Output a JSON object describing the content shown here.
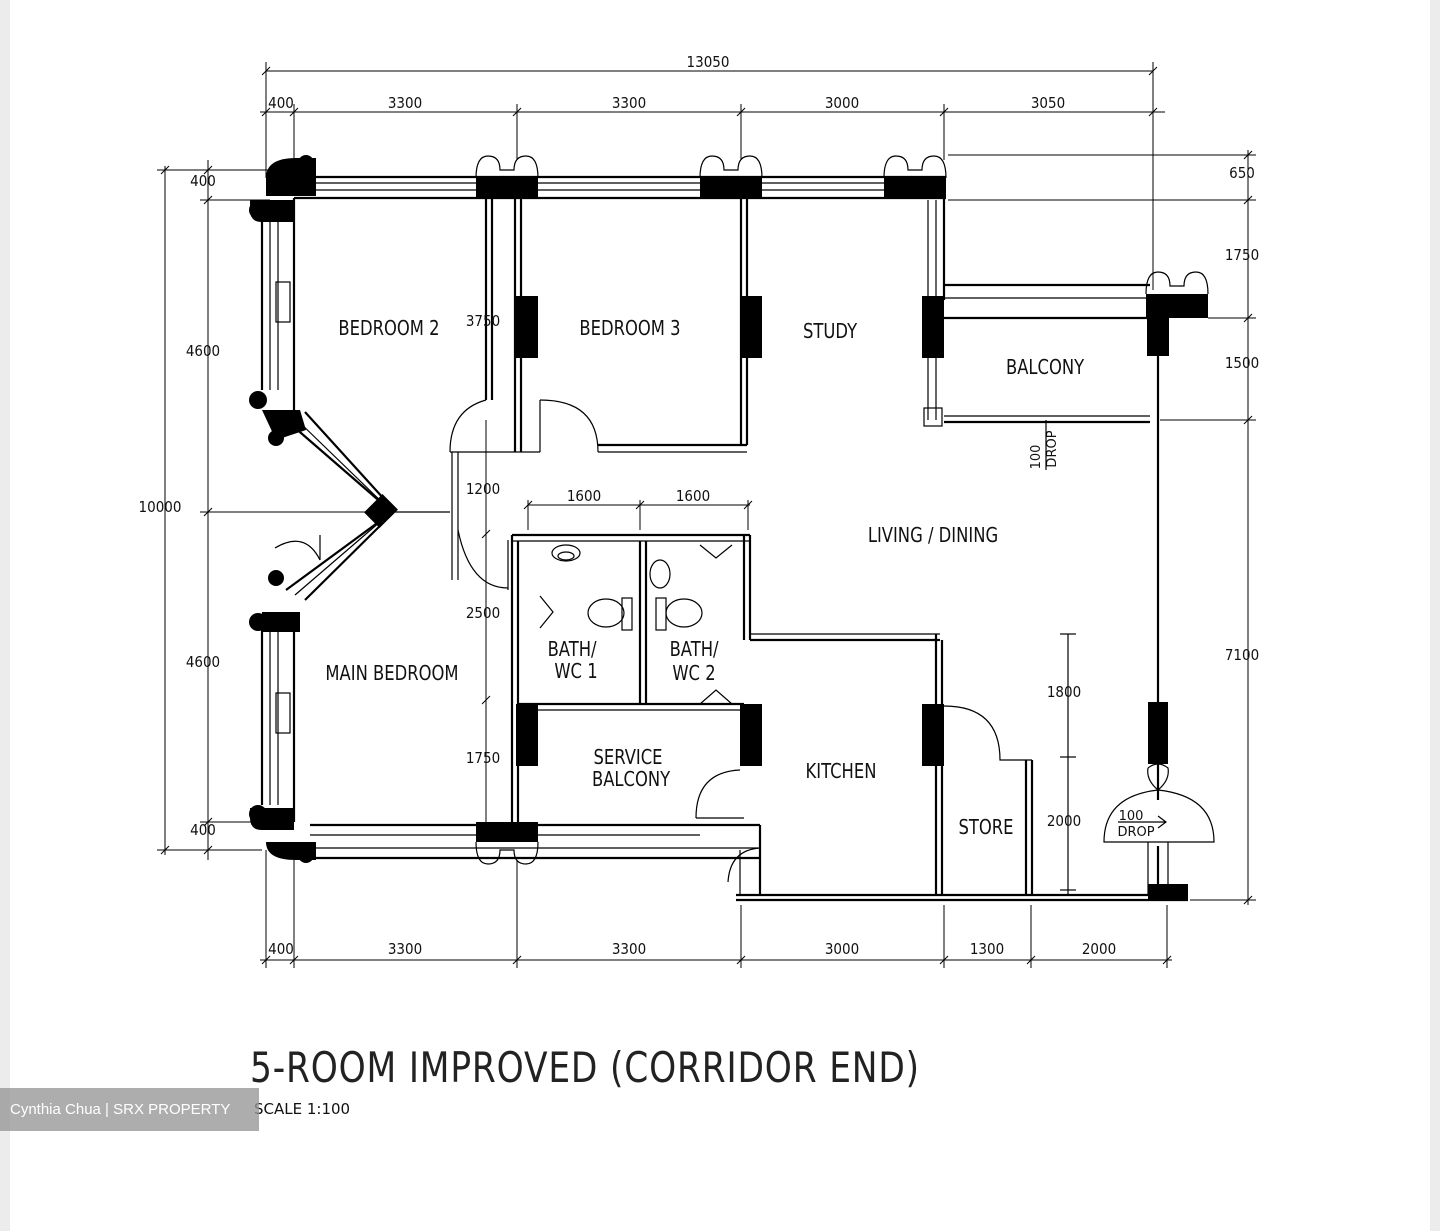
{
  "plan": {
    "title": "5-ROOM IMPROVED (CORRIDOR END)",
    "scale": "SCALE  1:100",
    "rooms": {
      "bedroom2": "BEDROOM 2",
      "bedroom3": "BEDROOM 3",
      "study": "STUDY",
      "balcony": "BALCONY",
      "living_dining": "LIVING  /  DINING",
      "main_bedroom": "MAIN  BEDROOM",
      "bath1_l1": "BATH/",
      "bath1_l2": "WC  1",
      "bath2_l1": "BATH/",
      "bath2_l2": "WC  2",
      "service_l1": "SERVICE",
      "service_l2": "BALCONY",
      "kitchen": "KITCHEN",
      "store": "STORE"
    },
    "drops": {
      "balcony_num": "100",
      "balcony_word": "DROP",
      "entry_num": "100",
      "entry_word": "DROP"
    },
    "dims": {
      "overall_width": "13050",
      "top": [
        "400",
        "3300",
        "3300",
        "3000",
        "3050"
      ],
      "bottom": [
        "400",
        "3300",
        "3300",
        "3000",
        "1300",
        "2000"
      ],
      "left_inner": [
        "400",
        "4600",
        "4600",
        "400"
      ],
      "left_overall": "10000",
      "right": [
        "650",
        "1750",
        "1500",
        "7100"
      ],
      "interior": {
        "bedroom3_depth": "3750",
        "corridor": "1200",
        "bath_depth": "2500",
        "service_depth": "1750",
        "bath1_width": "1600",
        "bath2_width": "1600",
        "kitchen_upper": "1800",
        "kitchen_lower": "2000"
      }
    }
  },
  "watermark": "Cynthia Chua | SRX PROPERTY"
}
